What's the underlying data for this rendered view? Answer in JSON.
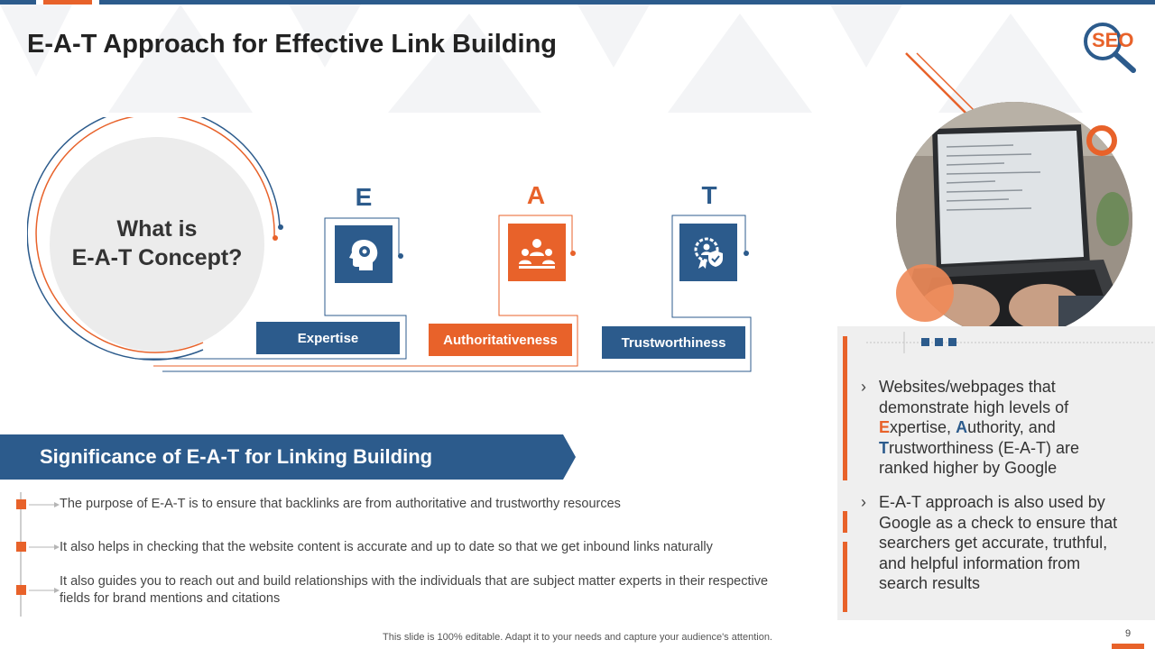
{
  "slide": {
    "title": "E-A-T Approach for Effective Link Building",
    "logo_text": "SEO",
    "concept": {
      "line1": "What is",
      "line2": "E-A-T Concept?"
    },
    "pillars": [
      {
        "letter": "E",
        "label": "Expertise",
        "icon": "head-gear-icon",
        "color": "#2c5b8c"
      },
      {
        "letter": "A",
        "label": "Authoritativeness",
        "icon": "team-leader-icon",
        "color": "#e8622a"
      },
      {
        "letter": "T",
        "label": "Trustworthiness",
        "icon": "trust-badge-icon",
        "color": "#2c5b8c"
      }
    ],
    "significance": {
      "heading": "Significance of E-A-T for Linking Building",
      "items": [
        "The purpose of E-A-T is to ensure that backlinks are from authoritative and trustworthy resources",
        "It also helps in checking that the website content is accurate and up to date so that we get inbound links naturally",
        "It also guides you to reach out and build relationships with the individuals that are subject matter experts in their respective fields for brand mentions and citations"
      ]
    },
    "right_panel": {
      "bullet1": {
        "line1": "Websites/webpages that",
        "line2": "demonstrate high levels of",
        "e_letter": "E",
        "e_rest": "xpertise,",
        "a_letter": "A",
        "a_rest": "uthority,  and",
        "t_letter": "T",
        "t_rest": "rustworthiness (E-A-T) are",
        "line5": "ranked higher by Google"
      },
      "bullet2": "E-A-T approach is also used by Google as a check to ensure that searchers get accurate, truthful, and helpful information from search results"
    },
    "footer": "This slide is 100% editable. Adapt it to your needs and capture your audience's attention.",
    "page_number": "9",
    "colors": {
      "blue": "#2c5b8c",
      "orange": "#e8622a",
      "gray": "#efefef"
    }
  }
}
